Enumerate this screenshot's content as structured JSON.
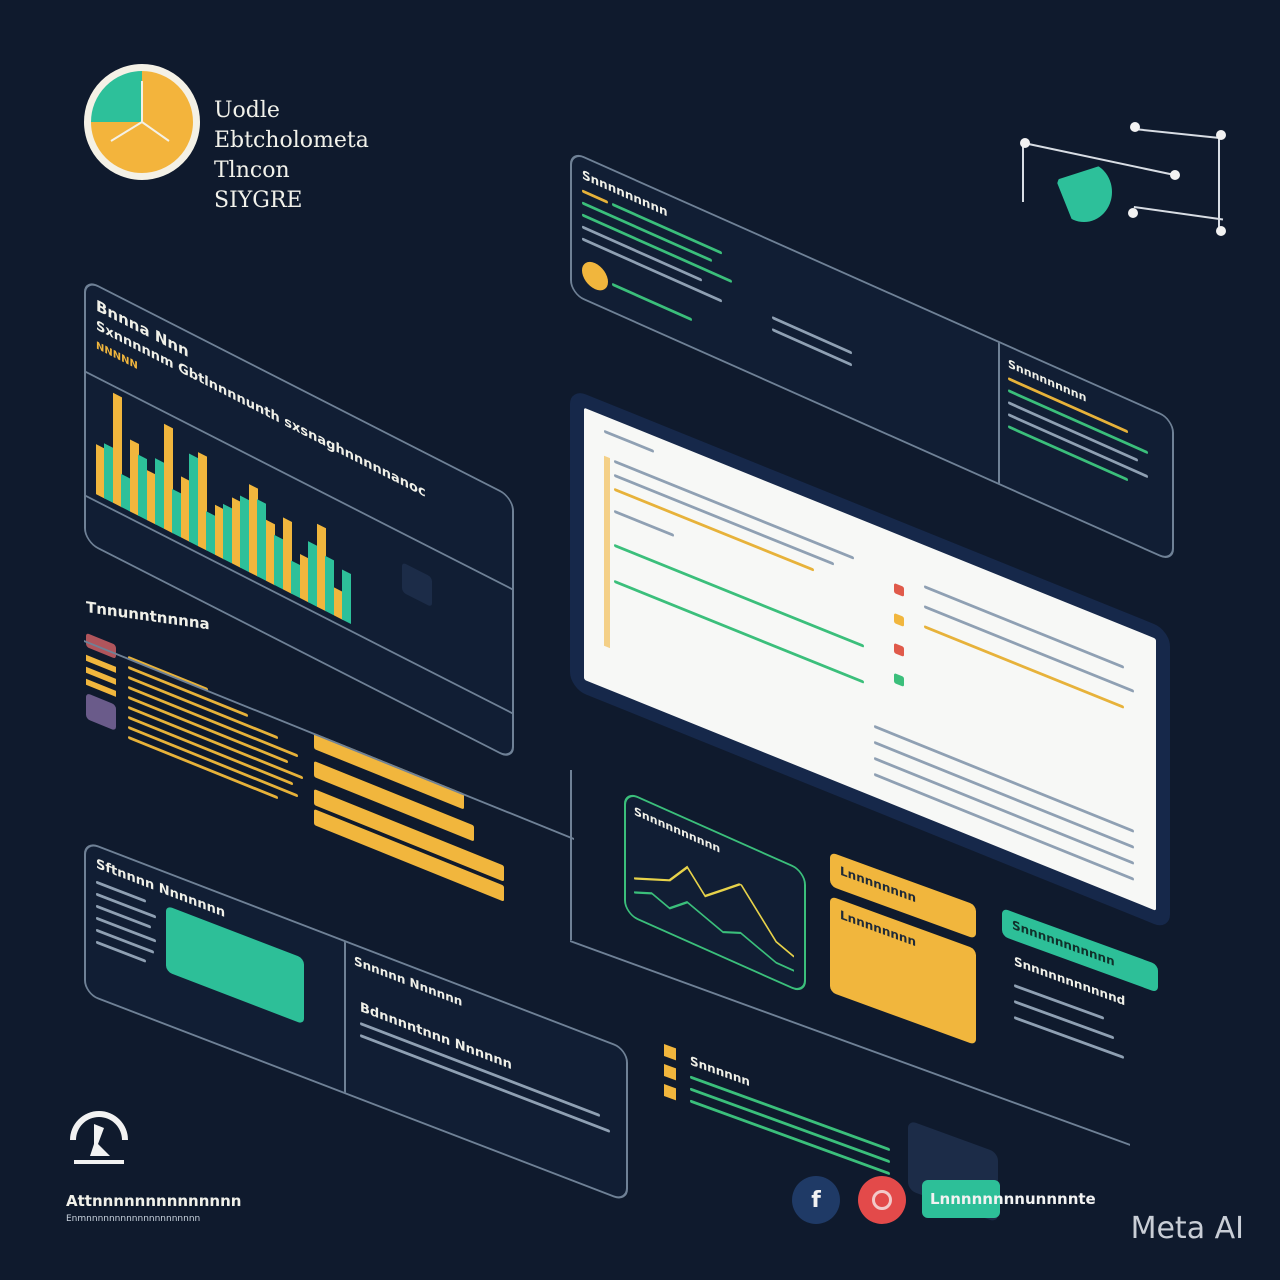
{
  "brand": {
    "lines": [
      "Uodle",
      "Ebtcholometa",
      "Tlncon",
      "SIYGRE"
    ]
  },
  "panel_chart": {
    "title": "Bnnna Nnn",
    "subtitle": "Sxnnnnnm Gbtlnnnnunth sxsnaghnnnnnanoc",
    "tag": "NNNNN",
    "chart_data": {
      "type": "bar",
      "series": [
        {
          "name": "",
          "values": [
            9,
            20,
            13,
            9,
            19,
            11,
            17,
            9,
            12,
            16,
            11,
            13,
            8,
            15,
            5
          ]
        },
        {
          "name": "",
          "values": [
            10,
            6,
            11,
            12,
            8,
            16,
            7,
            10,
            13,
            14,
            9,
            6,
            11,
            10,
            9
          ]
        }
      ],
      "colors": [
        "#f1b63d",
        "#2dc09a"
      ]
    }
  },
  "panel_list": {
    "title": "Tnnunntnnnna"
  },
  "panel_bottom_left": {
    "title": "Sftnnnn Nnnnnnn",
    "section": "Snnnnn Nnnnnn",
    "heading": "Bdnnnntnnn Nnnnnn"
  },
  "panel_top_right": {
    "title": "Snnnnnnnnn",
    "side_title": "Snnnnnnnnn"
  },
  "panel_line": {
    "title": "Snnnnnnnnnn",
    "chart_data": {
      "type": "line",
      "series": [
        {
          "name": "",
          "values": [
            4,
            5,
            6,
            9,
            6,
            8,
            10,
            7,
            4,
            3
          ]
        },
        {
          "name": "",
          "values": [
            2,
            3,
            2,
            4,
            3,
            2,
            3,
            2,
            1,
            1
          ]
        }
      ],
      "colors": [
        "#e7d24a",
        "#3bbf7b"
      ]
    }
  },
  "cards": {
    "yellow_1": "Lnnnnnnnn",
    "yellow_2": "Lnnnnnnnn",
    "green_1": "Snnnnnnnnnnn",
    "right_heading": "Snnnnnnnnnnnd"
  },
  "bottom_panel": {
    "title": "Snnnnnn"
  },
  "footer": {
    "logo_text": "Attnnnnnnnnnnnnnn",
    "logo_sub": "Enmnnnnnnnnnnnnnnnnnnnn",
    "button_label": "Lnnnnnnnnunnnnte",
    "social": [
      "f",
      ""
    ]
  },
  "watermark": "Meta AI",
  "colors": {
    "background": "#0f1a2d",
    "accent_yellow": "#f1b63d",
    "accent_green": "#2dc09a"
  }
}
